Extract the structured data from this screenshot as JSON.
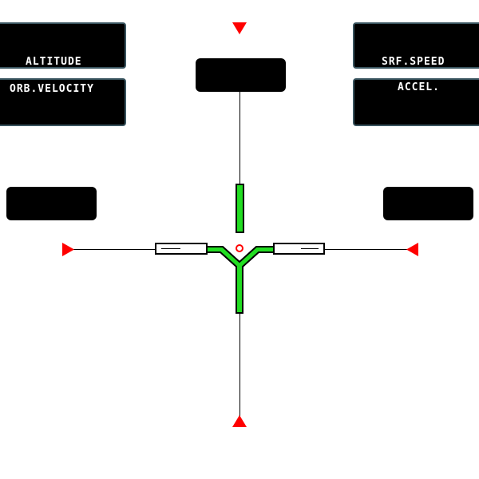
{
  "panels": {
    "altitude": "ALTITUDE",
    "orbital_velocity": "ORB.VELOCITY",
    "surface_speed": "SRF.SPEED",
    "acceleration": "ACCEL."
  },
  "colors": {
    "marker": "#ff0000",
    "indicator": "#00dd00",
    "panel_background": "#000000",
    "panel_border": "#3a5560",
    "label_text": "#ffffff"
  },
  "icons": {
    "edge_markers": "red-triangle-icon",
    "center": "velocity-vector-crosshair-icon"
  }
}
